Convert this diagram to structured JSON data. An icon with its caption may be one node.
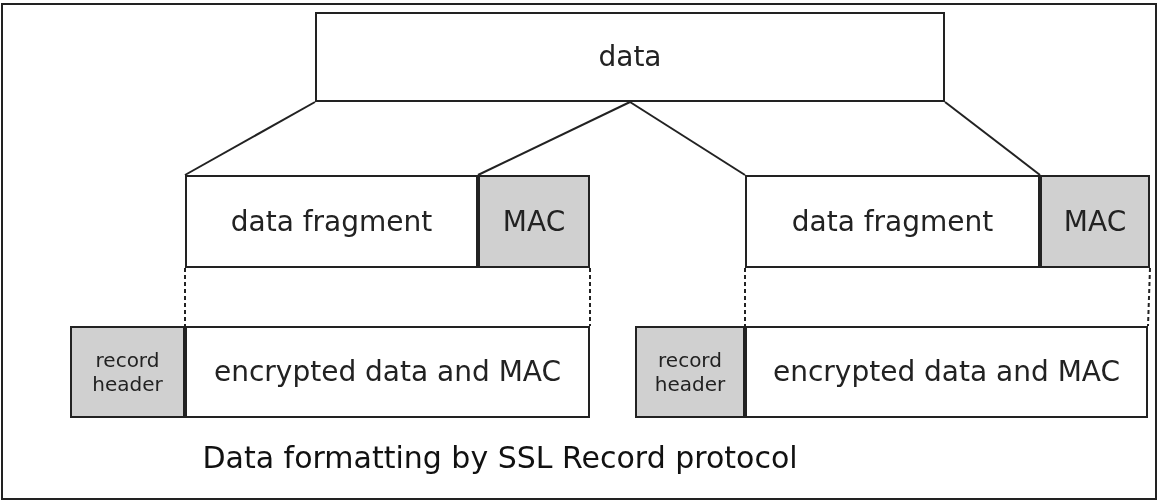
{
  "diagram": {
    "caption": "Data formatting by SSL Record protocol",
    "nodes": [
      {
        "text": [
          "data"
        ]
      },
      {
        "text": [
          "data fragment"
        ]
      },
      {
        "text": [
          "MAC"
        ]
      },
      {
        "text": [
          "record header"
        ]
      },
      {
        "text": [
          "encrypted data and MAC"
        ]
      },
      {
        "text": [
          "data fragment"
        ]
      },
      {
        "text": [
          "MAC"
        ]
      },
      {
        "text": [
          "record header"
        ]
      },
      {
        "text": [
          "encrypted data and MAC"
        ]
      }
    ],
    "edges": [
      {
        "from": 0,
        "to": 1,
        "arrow": "none"
      },
      {
        "from": 0,
        "to": 1,
        "arrow": "none"
      },
      {
        "from": 0,
        "to": 5,
        "arrow": "none"
      },
      {
        "from": 0,
        "to": 5,
        "arrow": "none"
      },
      {
        "from": 1,
        "to": 4,
        "arrow": "none",
        "style": "dashed"
      },
      {
        "from": 2,
        "to": 4,
        "arrow": "none",
        "style": "dashed"
      },
      {
        "from": 5,
        "to": 8,
        "arrow": "none",
        "style": "dashed"
      },
      {
        "from": 6,
        "to": 8,
        "arrow": "none",
        "style": "dashed"
      }
    ]
  }
}
